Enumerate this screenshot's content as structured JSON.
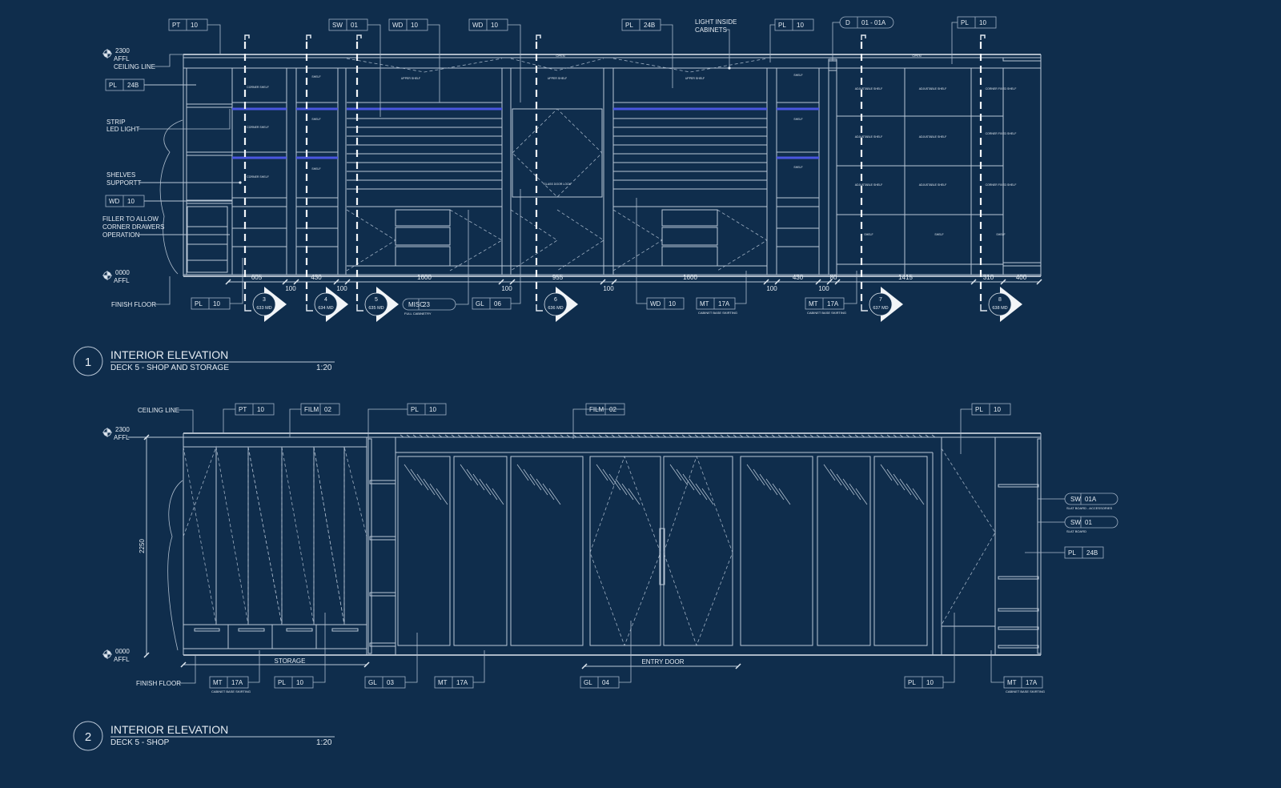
{
  "colors": {
    "background": "#0f2d4c",
    "line": "#b8c6d6",
    "led": "#4a56e0"
  },
  "elevation1": {
    "number": "1",
    "title": "INTERIOR ELEVATION",
    "subtitle": "DECK 5 - SHOP AND STORAGE",
    "scale": "1:20",
    "notes": {
      "ceiling_level": "2300",
      "ceiling_affl": "AFFL",
      "ceiling_line": "CEILING LINE",
      "strip_led_1": "STRIP",
      "strip_led_2": "LED LIGHT",
      "shelves_1": "SHELVES",
      "shelves_2": "SUPPORTT",
      "filler_1": "FILLER TO ALLOW",
      "filler_2": "CORNER DRAWERS",
      "filler_3": "OPERATION",
      "floor_level": "0000",
      "floor_affl": "AFFL",
      "finish_floor": "FINISH FLOOR",
      "light_1": "LIGHT INSIDE",
      "light_2": "CABINETS"
    },
    "tags": [
      {
        "type": "PT",
        "value": "10"
      },
      {
        "type": "SW",
        "value": "01"
      },
      {
        "type": "WD",
        "value": "10"
      },
      {
        "type": "WD",
        "value": "10"
      },
      {
        "type": "PL",
        "value": "24B"
      },
      {
        "type": "PL",
        "value": "10"
      },
      {
        "type": "D",
        "value": "01 - 01A"
      },
      {
        "type": "PL",
        "value": "10"
      },
      {
        "type": "PL",
        "value": "24B"
      },
      {
        "type": "WD",
        "value": "10"
      },
      {
        "type": "PL",
        "value": "10"
      },
      {
        "type": "MISC",
        "value": "23",
        "caption": "FULL CABINETRY"
      },
      {
        "type": "GL",
        "value": "06"
      },
      {
        "type": "WD",
        "value": "10"
      },
      {
        "type": "MT",
        "value": "17A",
        "caption": "CABINET BASE SKIRTING"
      },
      {
        "type": "MT",
        "value": "17A",
        "caption": "CABINET BASE SKIRTING"
      }
    ],
    "dimensions": [
      "605",
      "100",
      "430",
      "100",
      "1600",
      "100",
      "955",
      "100",
      "1600",
      "100",
      "430",
      "100",
      "80",
      "1415",
      "310",
      "400"
    ],
    "sections": [
      {
        "number": "3",
        "ref": "633 MD"
      },
      {
        "number": "4",
        "ref": "634 MD"
      },
      {
        "number": "5",
        "ref": "635 MD"
      },
      {
        "number": "6",
        "ref": "636 MD"
      },
      {
        "number": "7",
        "ref": "637 MD"
      },
      {
        "number": "8",
        "ref": "638 MD"
      }
    ],
    "cabinet_labels": {
      "open": "OPEN",
      "corner_shelf": "CORNER SHELF",
      "shelf": "SHELF",
      "upper_shelf": "UPPER SHELF",
      "glass_door_lock": "GLASS DOOR LOCK",
      "adjustable_shelf": "ADJUSTABLE SHELF",
      "corner_fixed_shelf": "CORNER FIXED SHELF"
    }
  },
  "elevation2": {
    "number": "2",
    "title": "INTERIOR ELEVATION",
    "subtitle": "DECK 5 - SHOP",
    "scale": "1:20",
    "notes": {
      "ceiling_line": "CEILING LINE",
      "ceiling_level": "2300",
      "ceiling_affl": "AFFL",
      "floor_level": "0000",
      "floor_affl": "AFFL",
      "finish_floor": "FINISH FLOOR",
      "height": "2250",
      "storage": "STORAGE",
      "entry_door": "ENTRY DOOR"
    },
    "tags": [
      {
        "type": "PT",
        "value": "10"
      },
      {
        "type": "FILM",
        "value": "02"
      },
      {
        "type": "PL",
        "value": "10"
      },
      {
        "type": "FILM",
        "value": "02"
      },
      {
        "type": "PL",
        "value": "10"
      },
      {
        "type": "SW",
        "value": "01A",
        "caption": "SLAT BOARD - ACCESSORIES"
      },
      {
        "type": "SW",
        "value": "01",
        "caption": "SLAT BOARD"
      },
      {
        "type": "PL",
        "value": "24B"
      },
      {
        "type": "MT",
        "value": "17A",
        "caption": "CABINET BASE SKIRTING"
      },
      {
        "type": "PL",
        "value": "10"
      },
      {
        "type": "GL",
        "value": "03"
      },
      {
        "type": "MT",
        "value": "17A"
      },
      {
        "type": "GL",
        "value": "04"
      },
      {
        "type": "PL",
        "value": "10"
      },
      {
        "type": "MT",
        "value": "17A",
        "caption": "CABINET BASE SKIRTING"
      }
    ]
  }
}
